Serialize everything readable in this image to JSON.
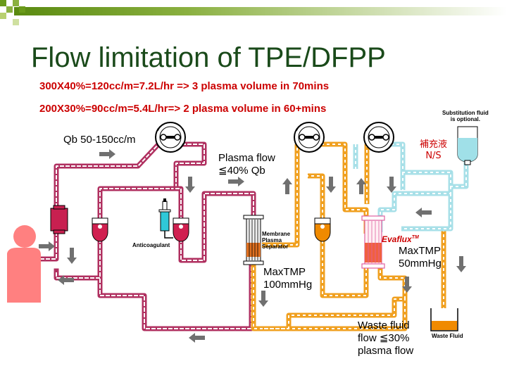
{
  "title": "Flow limitation of TPE/DFPP",
  "subtitle_1": "300X40%=120cc/m=7.2L/hr => 3 plasma volume in 70mins",
  "subtitle_2": "200X30%=90cc/m=5.4L/hr=> 2 plasma volume in 60+mins",
  "labels": {
    "qb": "Qb 50-150cc/m",
    "plasma_flow_1": "Plasma flow",
    "plasma_flow_2": "≦40% Qb",
    "membrane_1": "Membrane",
    "membrane_2": "Plasma",
    "membrane_3": "Separator",
    "anticoagulant": "Anticoagulant",
    "maxtmp_separator_1": "MaxTMP",
    "maxtmp_separator_2": "100mmHg",
    "evaflux_name": "Evaflux",
    "evaflux_tm": "TM",
    "maxtmp_evaflux_1": "MaxTMP",
    "maxtmp_evaflux_2": "50mmHg",
    "substitution_1": "Substitution fluid",
    "substitution_2": "is optional.",
    "replacement_cjk": "補充液",
    "replacement_ns": "N/S",
    "waste_flow_1": "Waste fluid",
    "waste_flow_2": "flow ≦30%",
    "waste_flow_3": "plasma flow",
    "waste_fluid": "Waste Fluid"
  },
  "colors": {
    "title": "#1a4a1a",
    "subtitle": "#cc0000",
    "blood_line": "#b03060",
    "plasma_line": "#f0a020",
    "substitution_line": "#a8e0e8",
    "arrow": "#707070",
    "patient": "#ff8080",
    "header_green": "#6a9a1a"
  }
}
